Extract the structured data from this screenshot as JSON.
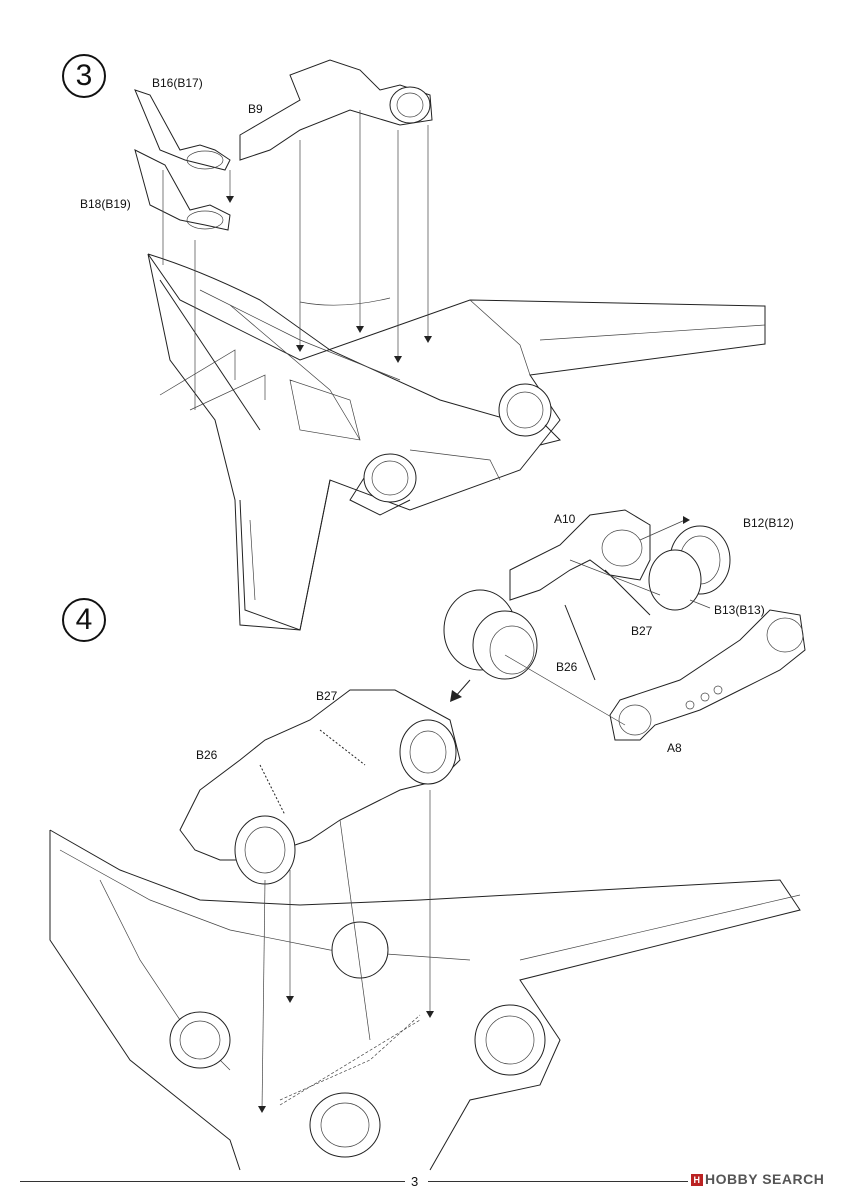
{
  "page": {
    "number": "3"
  },
  "steps": [
    {
      "number": "3"
    },
    {
      "number": "4"
    }
  ],
  "step3_parts": {
    "b16": "B16(B17)",
    "b9": "B9",
    "b18": "B18(B19)"
  },
  "subassembly_parts": {
    "a10": "A10",
    "b12": "B12(B12)",
    "b13": "B13(B13)",
    "b27": "B27",
    "b26": "B26",
    "a8": "A8"
  },
  "step4_parts": {
    "b27": "B27",
    "b26": "B26"
  },
  "watermark": {
    "logo": "H",
    "text": "HOBBY SEARCH"
  }
}
